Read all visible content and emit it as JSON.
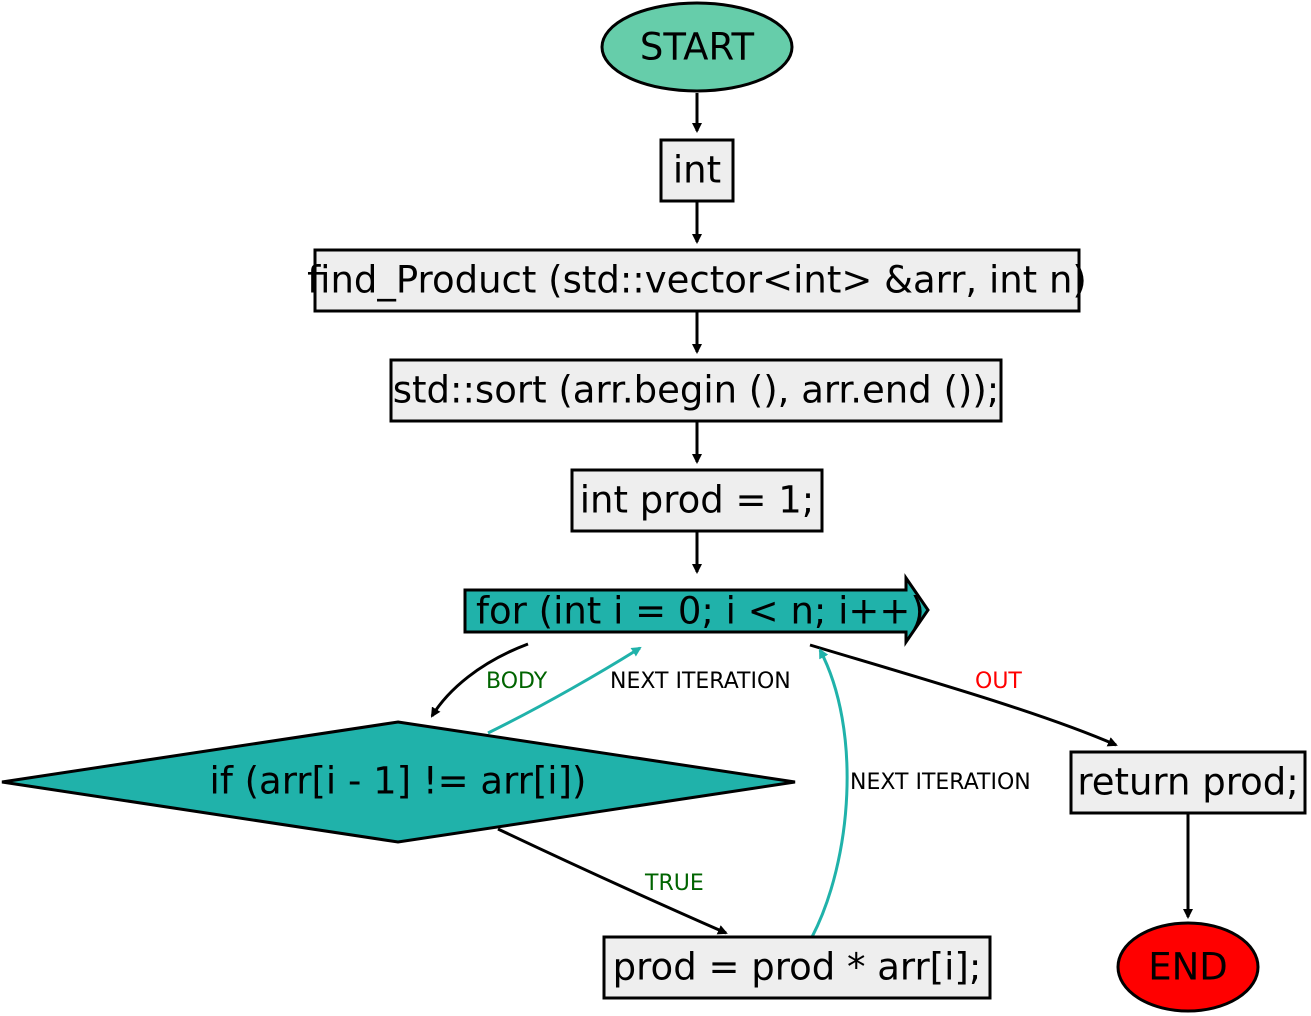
{
  "colors": {
    "start": "#66cdaa",
    "end": "#ff0000",
    "process": "#eeeeee",
    "loop": "#20b2aa",
    "decision": "#20b2aa",
    "edge": "#000000",
    "loop_edge": "#20b2aa",
    "label_green": "#006400",
    "label_red": "#ff0000",
    "label_black": "#000000"
  },
  "nodes": {
    "start": "START",
    "ret_type": "int",
    "func_sig": "find_Product (std::vector<int> &arr, int n)",
    "sort_stmt": "std::sort (arr.begin (), arr.end ());",
    "init_prod": "int prod = 1;",
    "for_loop": "for (int i = 0; i < n; i++)",
    "if_cond": "if (arr[i - 1] != arr[i])",
    "mult_stmt": "prod = prod * arr[i];",
    "return_stmt": "return prod;",
    "end": "END"
  },
  "edge_labels": {
    "body": "BODY",
    "next_iter_1": "NEXT ITERATION",
    "next_iter_2": "NEXT ITERATION",
    "out": "OUT",
    "true": "TRUE"
  }
}
